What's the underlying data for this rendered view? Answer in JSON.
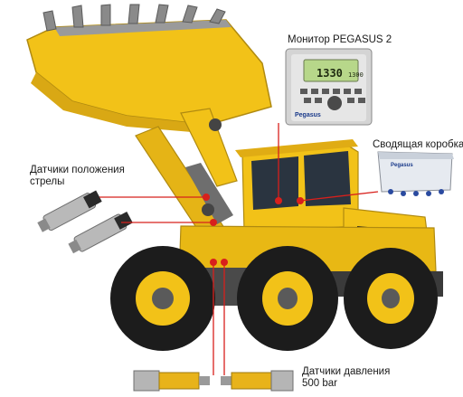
{
  "labels": {
    "monitor": "Монитор PEGASUS 2",
    "junction_box": "Сводящая коробка",
    "boom_sensors_line1": "Датчики положения",
    "boom_sensors_line2": "стрелы",
    "pressure_sensors_line1": "Датчики давления",
    "pressure_sensors_line2": "500 bar"
  },
  "monitor_screen": {
    "reading": "1330",
    "secondary": "1300"
  },
  "brands": {
    "monitor": "Pegasus",
    "box": "Pegasus"
  },
  "colors": {
    "loader_yellow": "#f2c218",
    "tire_black": "#1c1c1c",
    "connector_red": "#d8201c",
    "lcd_green": "#b7d78a"
  }
}
